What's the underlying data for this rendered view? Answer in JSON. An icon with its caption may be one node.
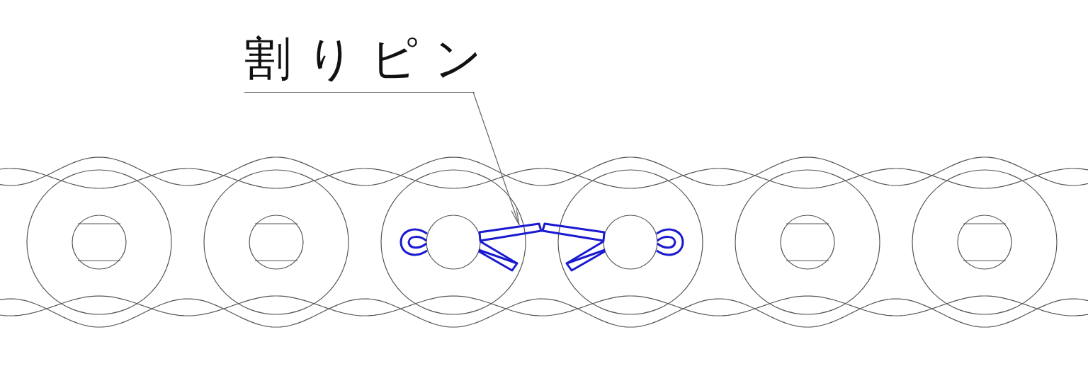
{
  "diagram": {
    "nodes": [
      {
        "text": [
          "割りピン"
        ]
      },
      {
        "text": [],
        "shape": "picture"
      }
    ],
    "edges": [
      {
        "from": 0,
        "to": 1,
        "arrow": "to"
      }
    ]
  }
}
